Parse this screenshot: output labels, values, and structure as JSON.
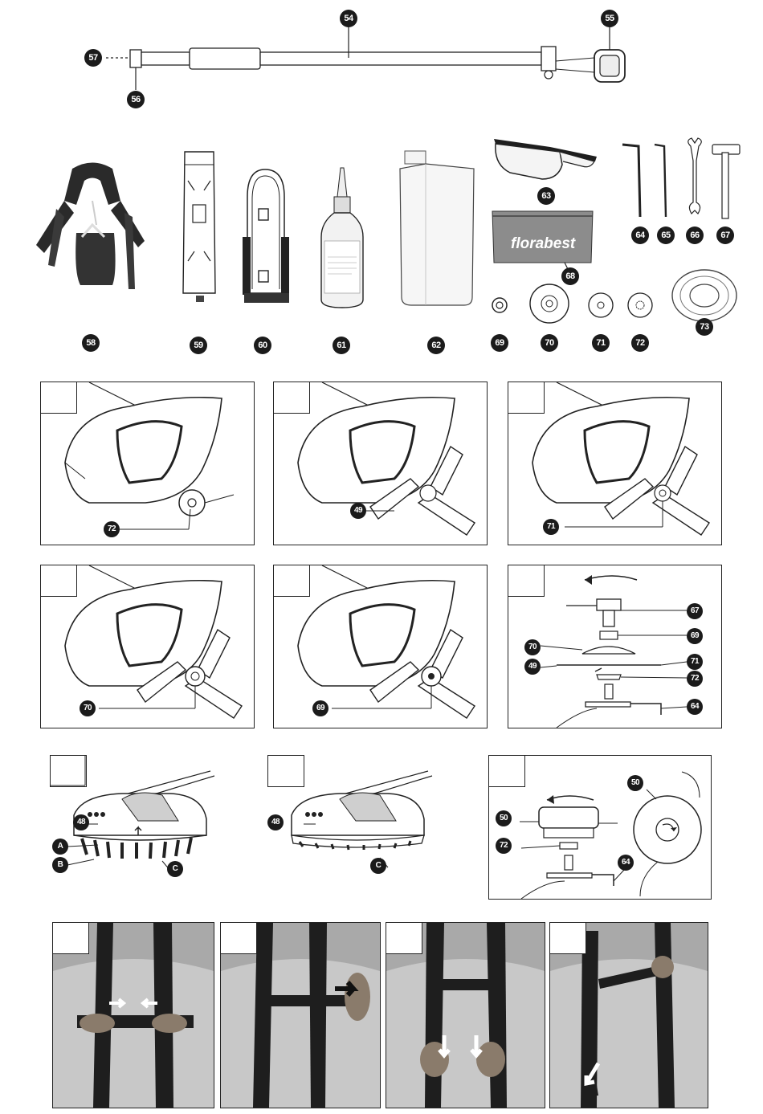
{
  "brand": "florabest",
  "parts": {
    "p48": "48",
    "p49": "49",
    "p50": "50",
    "p54": "54",
    "p55": "55",
    "p56": "56",
    "p57": "57",
    "p58": "58",
    "p59": "59",
    "p60": "60",
    "p61": "61",
    "p62": "62",
    "p63": "63",
    "p64": "64",
    "p65": "65",
    "p66": "66",
    "p67": "67",
    "p68": "68",
    "p69": "69",
    "p70": "70",
    "p71": "71",
    "p72": "72",
    "p73": "73"
  },
  "letters": {
    "a": "A",
    "b": "B",
    "c": "C"
  },
  "icons": [
    "dot-numbered-marker",
    "rotation-arrow-icon",
    "direction-arrow-icon"
  ],
  "colors": {
    "marker": "#1b1b1b",
    "line": "#222222",
    "photo_bg": "#b8b8b8",
    "strap": "#1e1e1e"
  }
}
